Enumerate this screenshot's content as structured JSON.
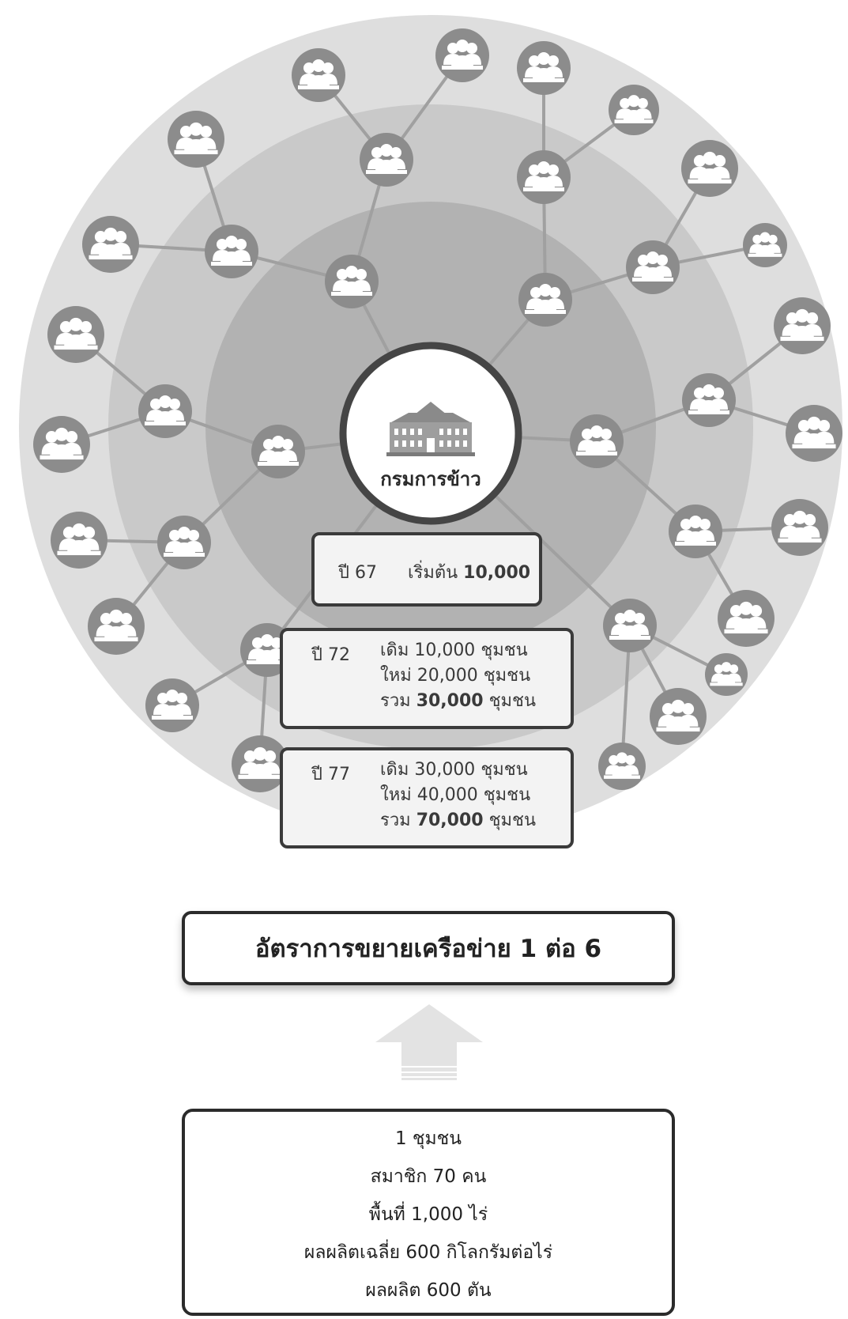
{
  "center": {
    "label": "กรมการข้าว",
    "icon": "building-icon"
  },
  "node_icon": "people-group-icon",
  "year_boxes": [
    {
      "year": "ปี 67",
      "lines": [
        {
          "label": "เริ่มต้น",
          "value": "10,000",
          "unit": ""
        }
      ]
    },
    {
      "year": "ปี 72",
      "lines": [
        {
          "label": "เดิม",
          "value": "10,000",
          "unit": "ชุมชน"
        },
        {
          "label": "ใหม่",
          "value": "20,000",
          "unit": "ชุมชน"
        },
        {
          "label": "รวม",
          "value": "30,000",
          "unit": "ชุมชน"
        }
      ]
    },
    {
      "year": "ปี 77",
      "lines": [
        {
          "label": "เดิม",
          "value": "30,000",
          "unit": "ชุมชน"
        },
        {
          "label": "ใหม่",
          "value": "40,000",
          "unit": "ชุมชน"
        },
        {
          "label": "รวม",
          "value": "70,000",
          "unit": "ชุมชน"
        }
      ]
    }
  ],
  "expansion_rate": "อัตราการขยายเครือข่าย 1 ต่อ 6",
  "arrow_icon": "up-arrow-icon",
  "community_info": [
    "1 ชุมชน",
    "สมาชิก 70 คน",
    "พื้นที่ 1,000 ไร่",
    "ผลผลิตเฉลี่ย 600 กิโลกรัมต่อไร่",
    "ผลผลิต 600 ตัน"
  ]
}
